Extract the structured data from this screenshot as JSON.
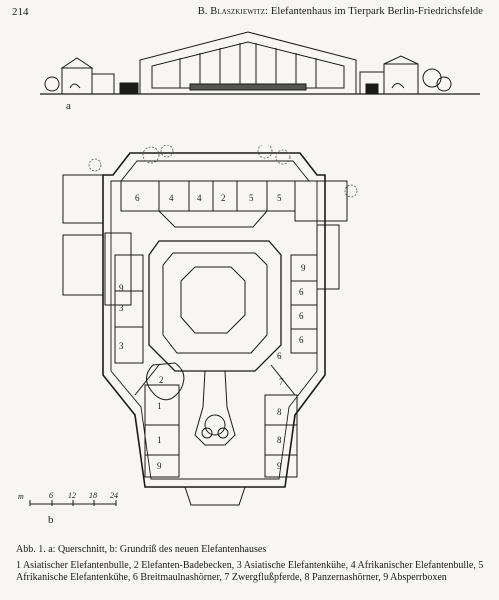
{
  "header": {
    "page_number": "214",
    "author": "B. Blaszkiewitz",
    "title": "Elefantenhaus im Tierpark Berlin-Friedrichsfelde"
  },
  "figure": {
    "label_a": "a",
    "label_b": "b",
    "scale": {
      "unit": "m",
      "ticks": [
        "6",
        "12",
        "18",
        "24"
      ]
    },
    "plan_numbers": {
      "n1": "1",
      "n2": "2",
      "n3": "3",
      "n4": "4",
      "n5": "5",
      "n6": "6",
      "n7": "7",
      "n8": "8",
      "n9": "9"
    }
  },
  "caption": {
    "title": "Abb. 1. a: Querschnitt, b: Grundriß des neuen Elefantenhauses",
    "legend": "1 Asiatischer Elefantenbulle, 2 Elefanten-Badebecken, 3 Asiatische Elefantenkühe, 4 Afrikanischer Elefantenbulle, 5 Afrikanische Elefantenkühe, 6 Breitmaulnashörner, 7 Zwergflußpferde, 8 Panzernashörner, 9 Absperrboxen"
  }
}
